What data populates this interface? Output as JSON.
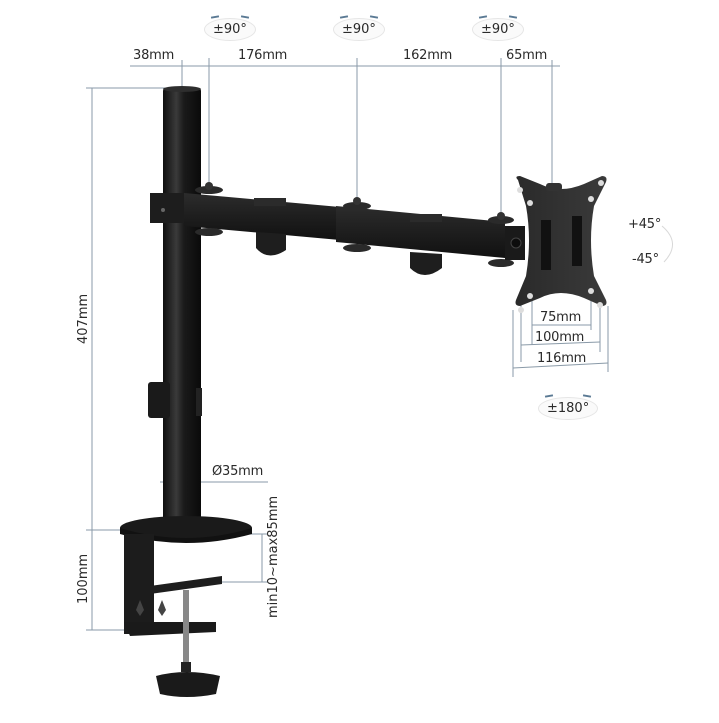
{
  "title": "Single monitor arm desk mount dimension diagram",
  "colors": {
    "background": "#ffffff",
    "metal": "#1c1c1c",
    "dimension_line": "#8a9aa8",
    "text": "#2a2a2a",
    "rotation_arrow": "#5b7a94"
  },
  "top_dimensions": {
    "pole_offset": "38mm",
    "arm_segment_1": "176mm",
    "arm_segment_2": "162mm",
    "head_offset": "65mm"
  },
  "rotation_badges": {
    "joint_1": "±90°",
    "joint_2": "±90°",
    "joint_3": "±90°",
    "head_rotation": "±180°"
  },
  "tilt": {
    "up": "+45°",
    "down": "-45°"
  },
  "vesa": {
    "small": "75mm",
    "large": "100mm",
    "plate_width": "116mm"
  },
  "pole": {
    "height": "407mm",
    "diameter": "Ø35mm"
  },
  "clamp": {
    "height": "100mm",
    "desk_thickness": "min10~max85mm"
  }
}
